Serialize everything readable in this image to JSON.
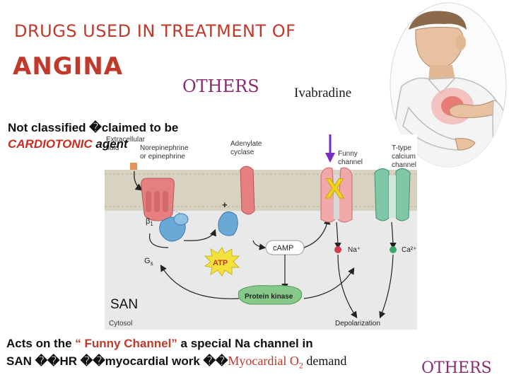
{
  "slide": {
    "title_line1": "DRUGS USED IN TREATMENT OF",
    "title_line2": "ANGINA",
    "others_top": "OTHERS",
    "ivabradine": "Ivabradine",
    "not_classified": "Not classified �claimed to be",
    "cardiotonic_part1": "CARDIOTONIC",
    "cardiotonic_part2": " agent",
    "acts_part1": "Acts on the ",
    "acts_part2": "“ Funny Channel”",
    "acts_part3": " a special Na channel in",
    "san_line_part1": "SAN ��HR ��myocardial work ��",
    "san_line_part2": "Myocardial O",
    "san_line_sub": "2",
    "san_line_part3": " demand",
    "others_bottom": "OTHERS"
  },
  "diagram": {
    "extracellular_fluid": [
      "Extracellular",
      "fluid"
    ],
    "norepinephrine": [
      "Norepinephrine",
      "or epinephrine"
    ],
    "adenylate_cyclase": [
      "Adenylate",
      "cyclase"
    ],
    "funny_channel": [
      "Funny",
      "channel"
    ],
    "t_type_channel": [
      "T-type",
      "calcium",
      "channel"
    ],
    "beta1": "β",
    "beta1_sub": "1",
    "gs": "G",
    "gs_sub": "s",
    "atp": "ATP",
    "camp": "cAMP",
    "na_ion": "Na⁺",
    "ca_ion": "Ca²⁺",
    "protein_kinase": "Protein kinase",
    "depolarization": "Depolarization",
    "cytosol": "Cytosol",
    "san_label": "SAN",
    "x_mark": "X",
    "plus_mark": "+"
  },
  "colors": {
    "title_red": "#c0392b",
    "others_purple": "#8a2b72",
    "cardiotonic_red": "#d0291f",
    "arrow_purple": "#7a2bc4",
    "x_yellow": "#f2d21b"
  }
}
